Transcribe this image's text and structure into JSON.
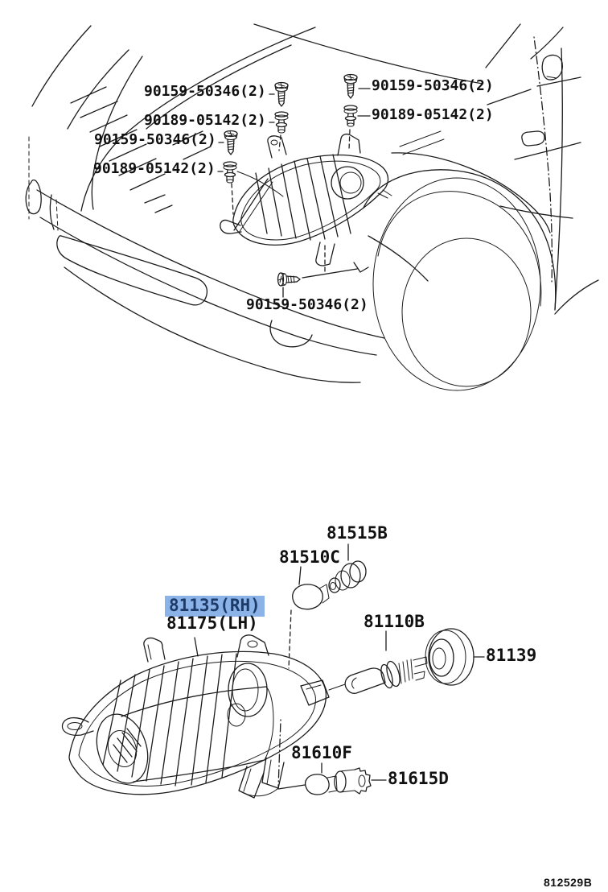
{
  "diagram": {
    "line_color": "#1c1c1c",
    "background": "#ffffff",
    "highlight": {
      "bg": "#8BB3E8",
      "fg": "#1D3B69"
    },
    "footer": {
      "code": "812529B"
    },
    "callouts": [
      {
        "part_number": "90159-50346(2)",
        "highlighted": false
      },
      {
        "part_number": "90189-05142(2)",
        "highlighted": false
      },
      {
        "part_number": "90159-50346(2)",
        "highlighted": false
      },
      {
        "part_number": "90189-05142(2)",
        "highlighted": false
      },
      {
        "part_number": "90159-50346(2)",
        "highlighted": false
      },
      {
        "part_number": "90189-05142(2)",
        "highlighted": false
      },
      {
        "part_number": "90159-50346(2)",
        "highlighted": false
      },
      {
        "part_number": "81515B",
        "highlighted": false
      },
      {
        "part_number": "81510C",
        "highlighted": false
      },
      {
        "part_number": "81135(RH)",
        "highlighted": true
      },
      {
        "part_number": "81175(LH)",
        "highlighted": false
      },
      {
        "part_number": "81110B",
        "highlighted": false
      },
      {
        "part_number": "81139",
        "highlighted": false
      },
      {
        "part_number": "81610F",
        "highlighted": false
      },
      {
        "part_number": "81615D",
        "highlighted": false
      }
    ]
  }
}
